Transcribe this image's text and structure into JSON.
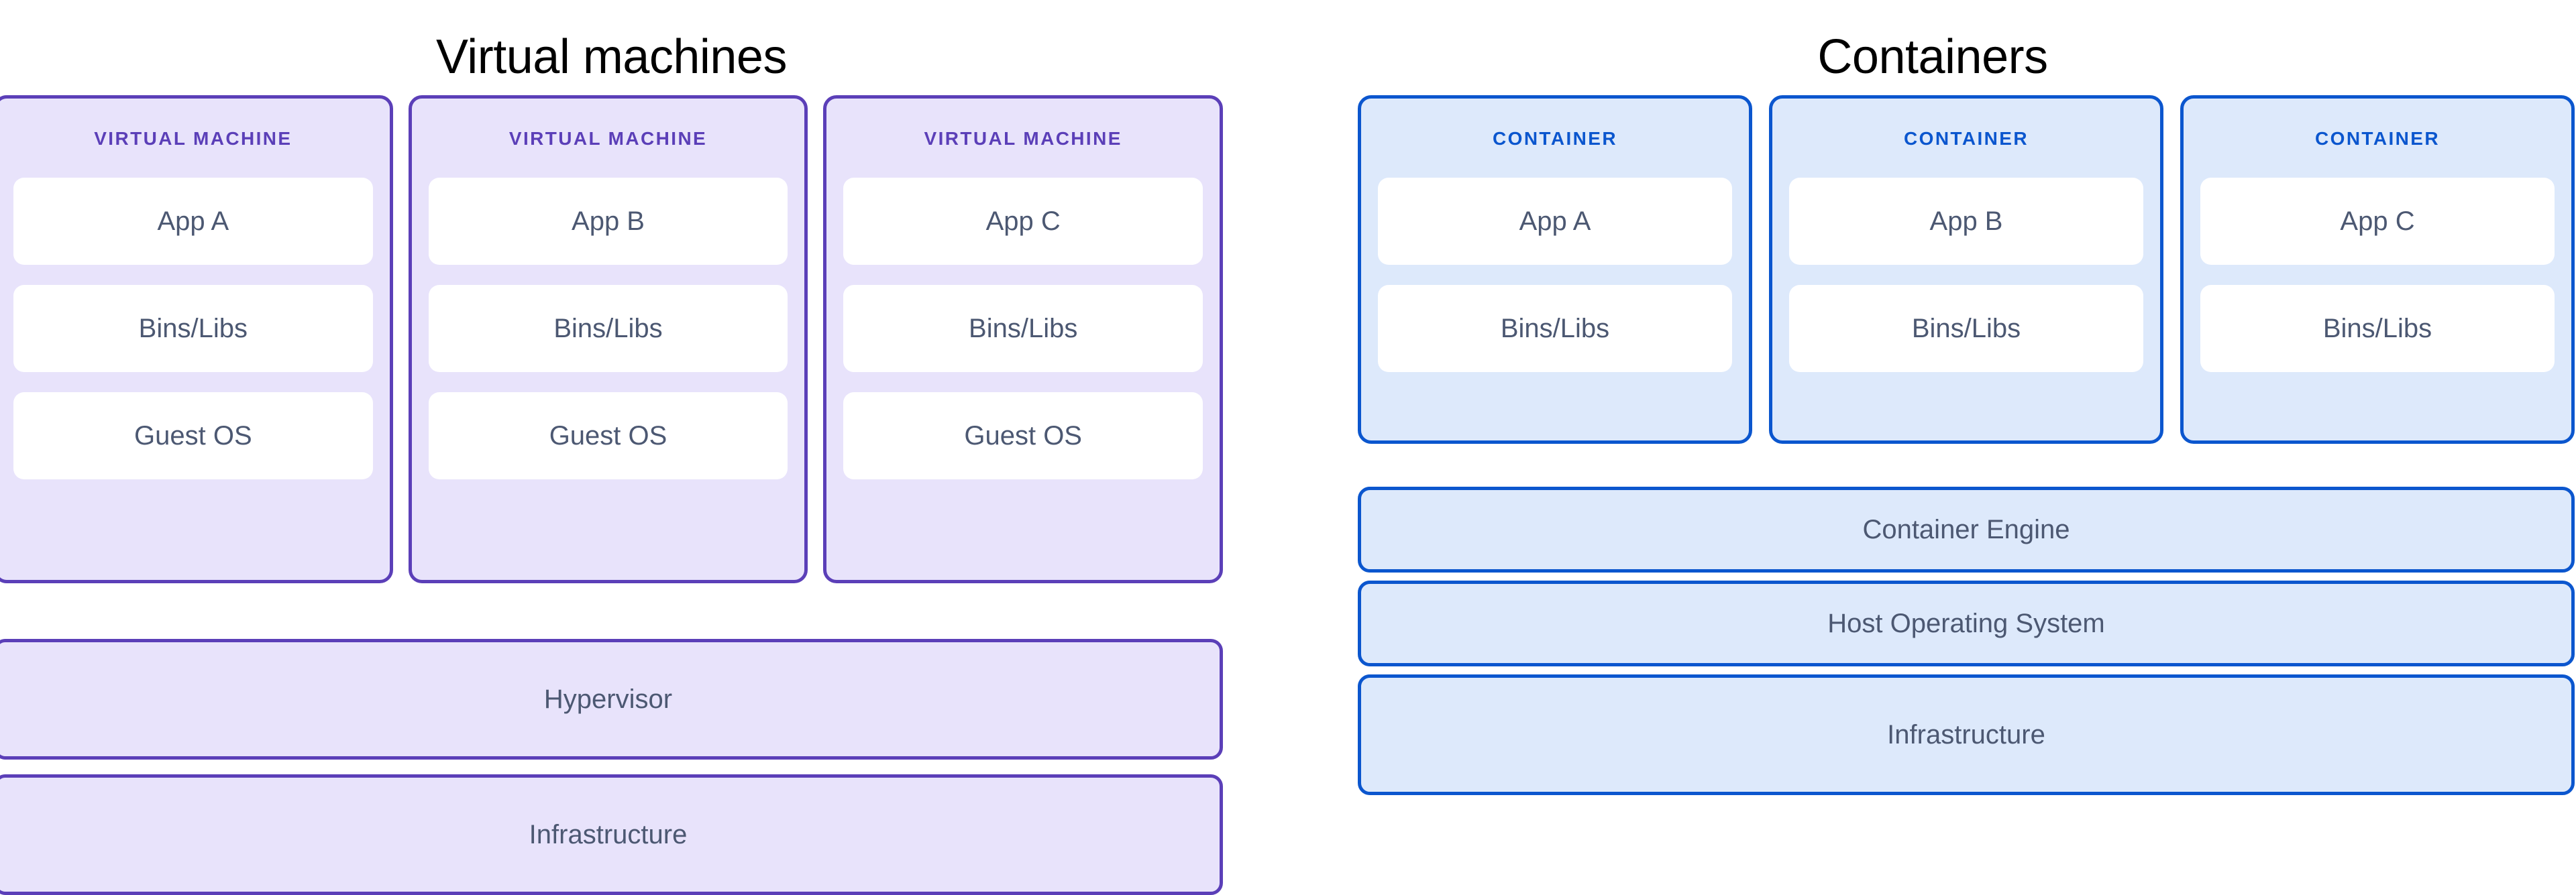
{
  "diagram": {
    "background_color": "#ffffff",
    "columns": [
      {
        "id": "virtual-machines",
        "title": "Virtual machines",
        "accent_color": "#5B3FB8",
        "fill_color": "#E8E3FB",
        "label_color": "#5B3FB8",
        "text_color": "#4C5872",
        "cards": [
          {
            "label": "VIRTUAL MACHINE",
            "layers": [
              "App A",
              "Bins/Libs",
              "Guest OS"
            ]
          },
          {
            "label": "VIRTUAL MACHINE",
            "layers": [
              "App B",
              "Bins/Libs",
              "Guest OS"
            ]
          },
          {
            "label": "VIRTUAL MACHINE",
            "layers": [
              "App C",
              "Bins/Libs",
              "Guest OS"
            ]
          }
        ],
        "bars": [
          "Hypervisor",
          "Infrastructure"
        ]
      },
      {
        "id": "containers",
        "title": "Containers",
        "accent_color": "#0B56CE",
        "fill_color": "#DDE9FB",
        "label_color": "#0B56CE",
        "text_color": "#4C5872",
        "cards": [
          {
            "label": "CONTAINER",
            "layers": [
              "App A",
              "Bins/Libs"
            ]
          },
          {
            "label": "CONTAINER",
            "layers": [
              "App B",
              "Bins/Libs"
            ]
          },
          {
            "label": "CONTAINER",
            "layers": [
              "App C",
              "Bins/Libs"
            ]
          }
        ],
        "bars": [
          "Container Engine",
          "Host Operating System",
          "Infrastructure"
        ]
      }
    ]
  }
}
